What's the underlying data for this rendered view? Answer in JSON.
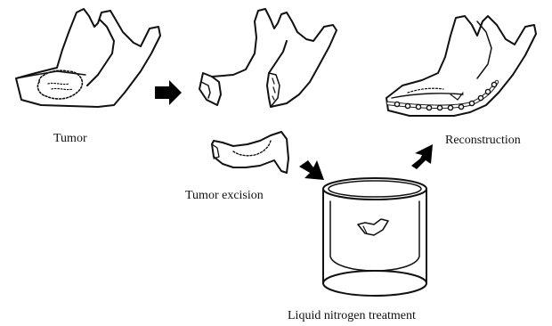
{
  "labels": {
    "tumor": "Tumor",
    "excision": "Tumor excision",
    "reconstruction": "Reconstruction",
    "nitrogen": "Liquid nitrogen treatment"
  },
  "colors": {
    "stroke": "#111111",
    "background": "#ffffff",
    "arrow": "#000000"
  },
  "icons": [
    "mandible-with-tumor",
    "resected-mandible",
    "excised-bone-segment",
    "liquid-nitrogen-container",
    "reconstructed-mandible-with-plate",
    "arrow"
  ]
}
